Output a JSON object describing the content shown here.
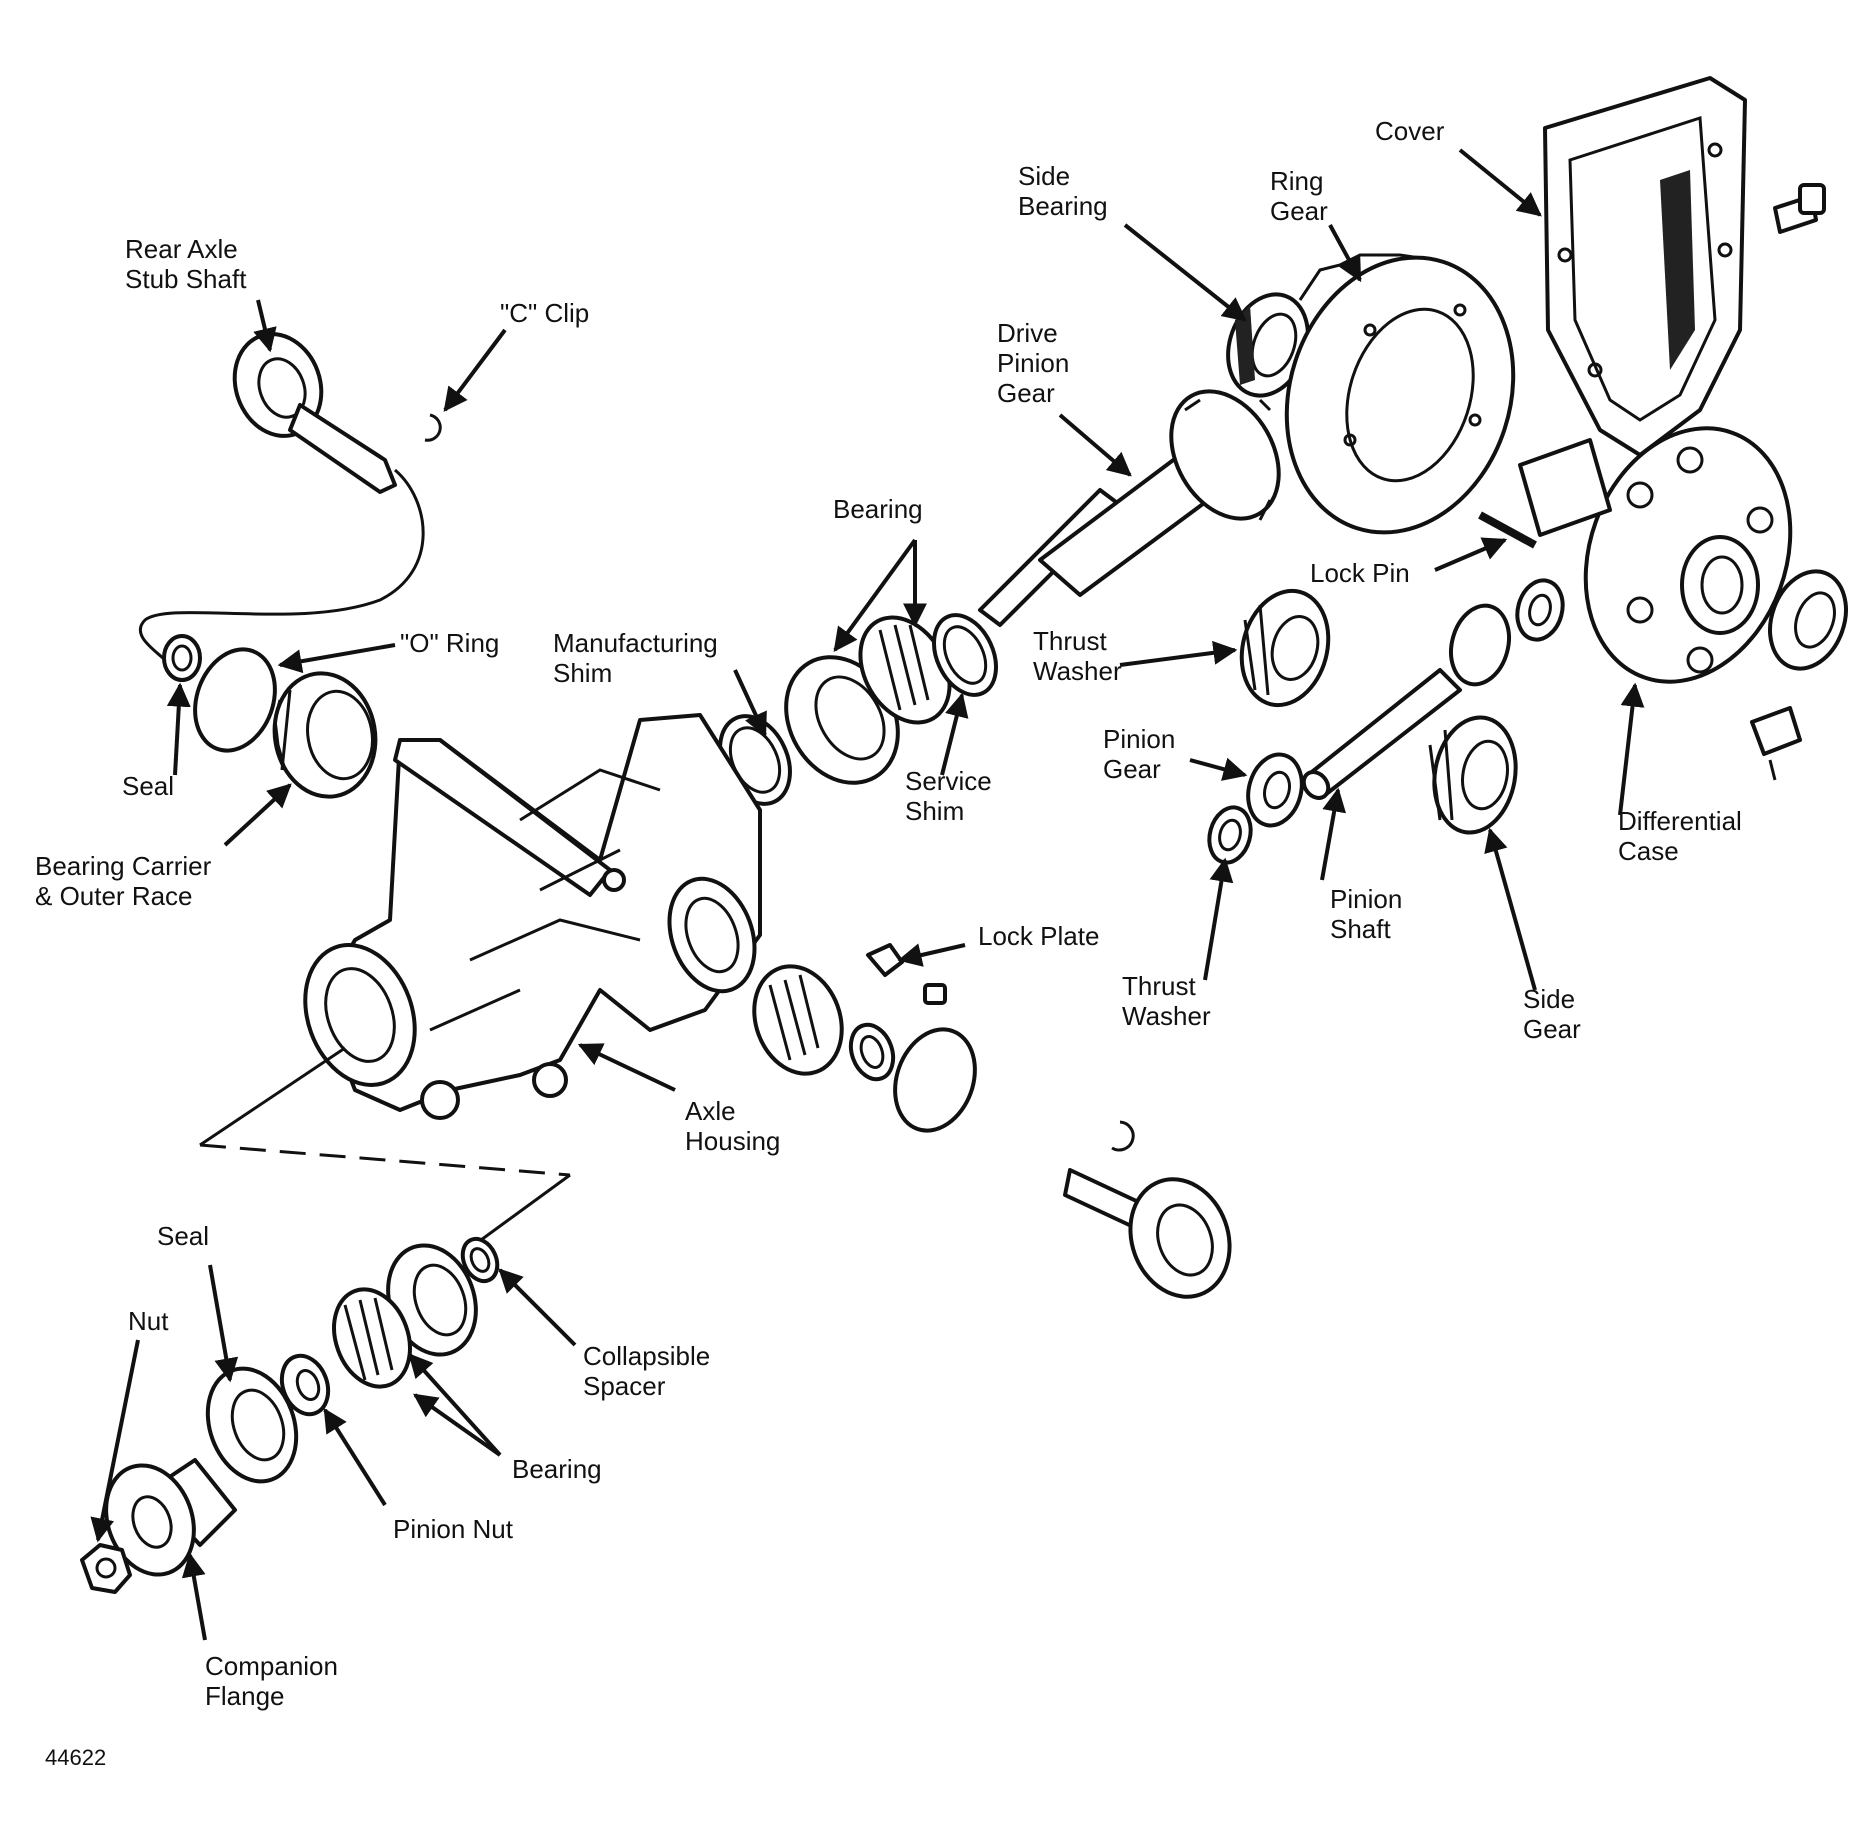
{
  "labels": {
    "cover": "Cover",
    "side_bearing_1": "Side",
    "side_bearing_2": "Bearing",
    "ring_gear_1": "Ring",
    "ring_gear_2": "Gear",
    "rear_axle_1": "Rear Axle",
    "rear_axle_2": "Stub Shaft",
    "c_clip": "\"C\" Clip",
    "drive_pinion_1": "Drive",
    "drive_pinion_2": "Pinion",
    "drive_pinion_3": "Gear",
    "bearing_top": "Bearing",
    "lock_pin": "Lock Pin",
    "o_ring": "\"O\" Ring",
    "mfg_shim_1": "Manufacturing",
    "mfg_shim_2": "Shim",
    "thrust_washer_top_1": "Thrust",
    "thrust_washer_top_2": "Washer",
    "seal_left": "Seal",
    "pinion_gear_1": "Pinion",
    "pinion_gear_2": "Gear",
    "service_shim_1": "Service",
    "service_shim_2": "Shim",
    "diff_case_1": "Differential",
    "diff_case_2": "Case",
    "bearing_carrier_1": "Bearing Carrier",
    "bearing_carrier_2": "& Outer Race",
    "pinion_shaft_1": "Pinion",
    "pinion_shaft_2": "Shaft",
    "lock_plate": "Lock Plate",
    "thrust_washer_bottom_1": "Thrust",
    "thrust_washer_bottom_2": "Washer",
    "side_gear_1": "Side",
    "side_gear_2": "Gear",
    "axle_housing_1": "Axle",
    "axle_housing_2": "Housing",
    "seal_bottom": "Seal",
    "nut": "Nut",
    "collapsible_spacer_1": "Collapsible",
    "collapsible_spacer_2": "Spacer",
    "bearing_bottom": "Bearing",
    "pinion_nut": "Pinion Nut",
    "companion_flange_1": "Companion",
    "companion_flange_2": "Flange"
  },
  "figure_number": "44622"
}
